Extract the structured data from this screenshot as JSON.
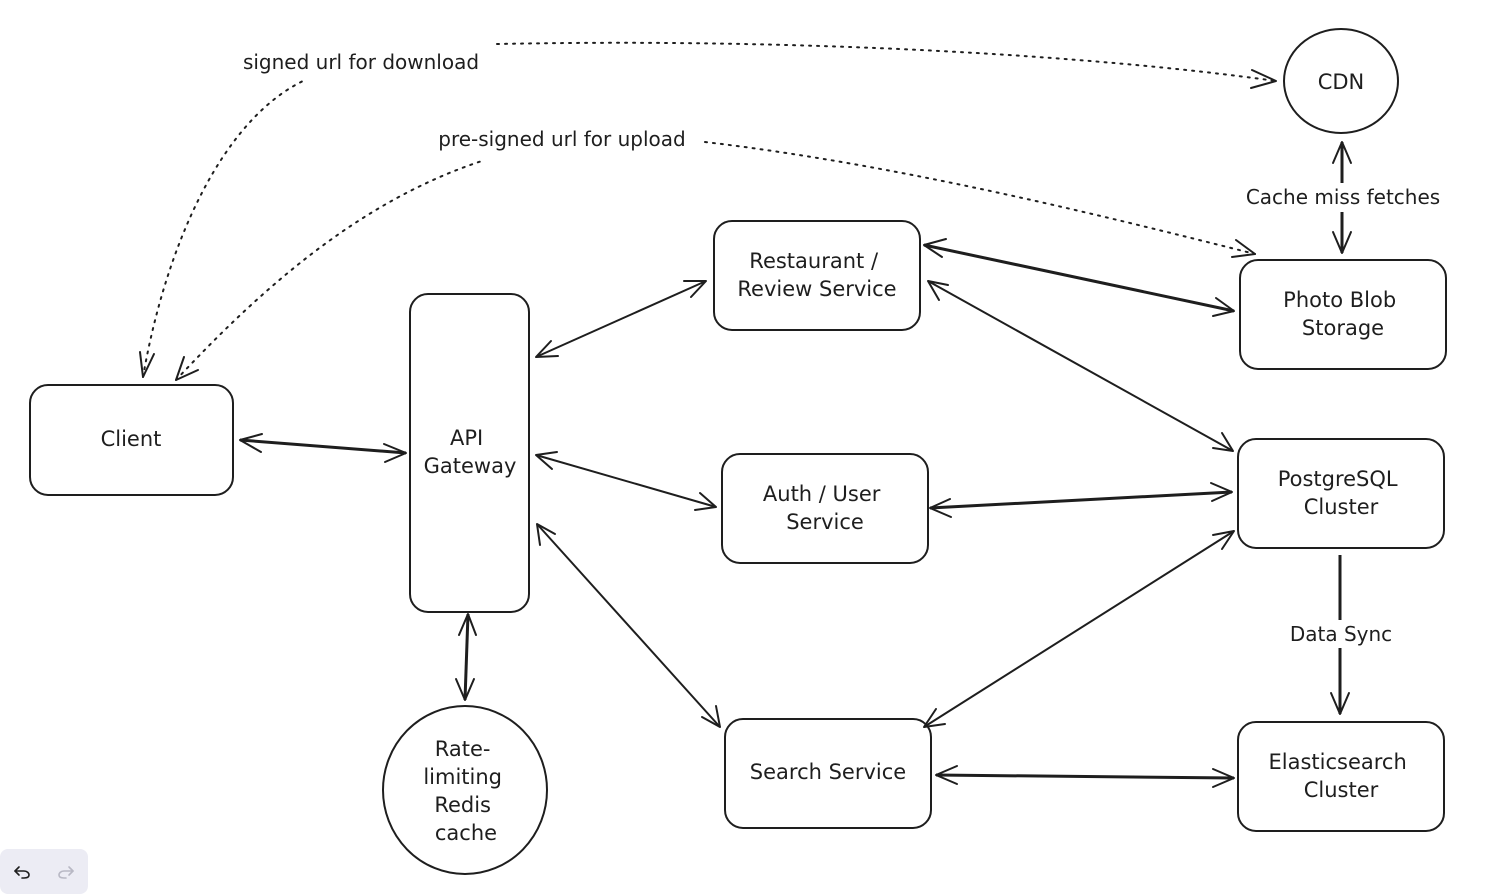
{
  "nodes": {
    "client": [
      "Client"
    ],
    "api_gateway": [
      "API",
      "Gateway"
    ],
    "redis": [
      "Rate-",
      "limiting",
      "Redis",
      "cache"
    ],
    "restaurant": [
      "Restaurant /",
      "Review Service"
    ],
    "auth": [
      "Auth / User",
      "Service"
    ],
    "search": [
      "Search Service"
    ],
    "photo": [
      "Photo Blob",
      "Storage"
    ],
    "postgres": [
      "PostgreSQL",
      "Cluster"
    ],
    "elastic": [
      "Elasticsearch",
      "Cluster"
    ],
    "cdn": [
      "CDN"
    ]
  },
  "edge_labels": {
    "download": "signed url for download",
    "upload": "pre-signed url for upload",
    "cache_miss": "Cache miss fetches",
    "data_sync": "Data Sync"
  },
  "toolbar": {
    "undo_icon": "undo-icon",
    "redo_icon": "redo-icon"
  },
  "colors": {
    "stroke": "#1e1e1e",
    "toolbar_bg": "#ececf4"
  }
}
